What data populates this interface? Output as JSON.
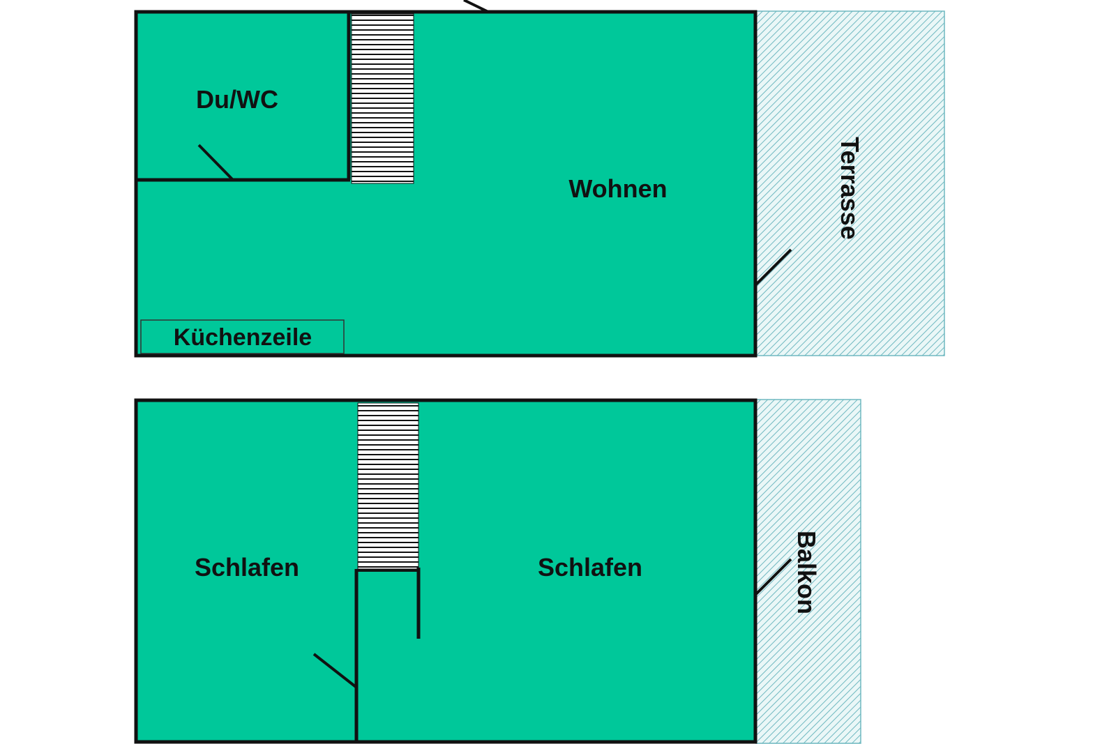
{
  "colors": {
    "room_fill": "#00c89a",
    "wall": "#111111",
    "outdoor_hatch": "#6fb8c0",
    "outdoor_bg": "#eaf7f7"
  },
  "ground_floor": {
    "rooms": {
      "bath": "Du/WC",
      "living": "Wohnen",
      "kitchen": "Küchenzeile"
    },
    "terrace": "Terrasse"
  },
  "upper_floor": {
    "rooms": {
      "bedroom_left": "Schlafen",
      "bedroom_right": "Schlafen"
    },
    "balcony": "Balkon"
  }
}
